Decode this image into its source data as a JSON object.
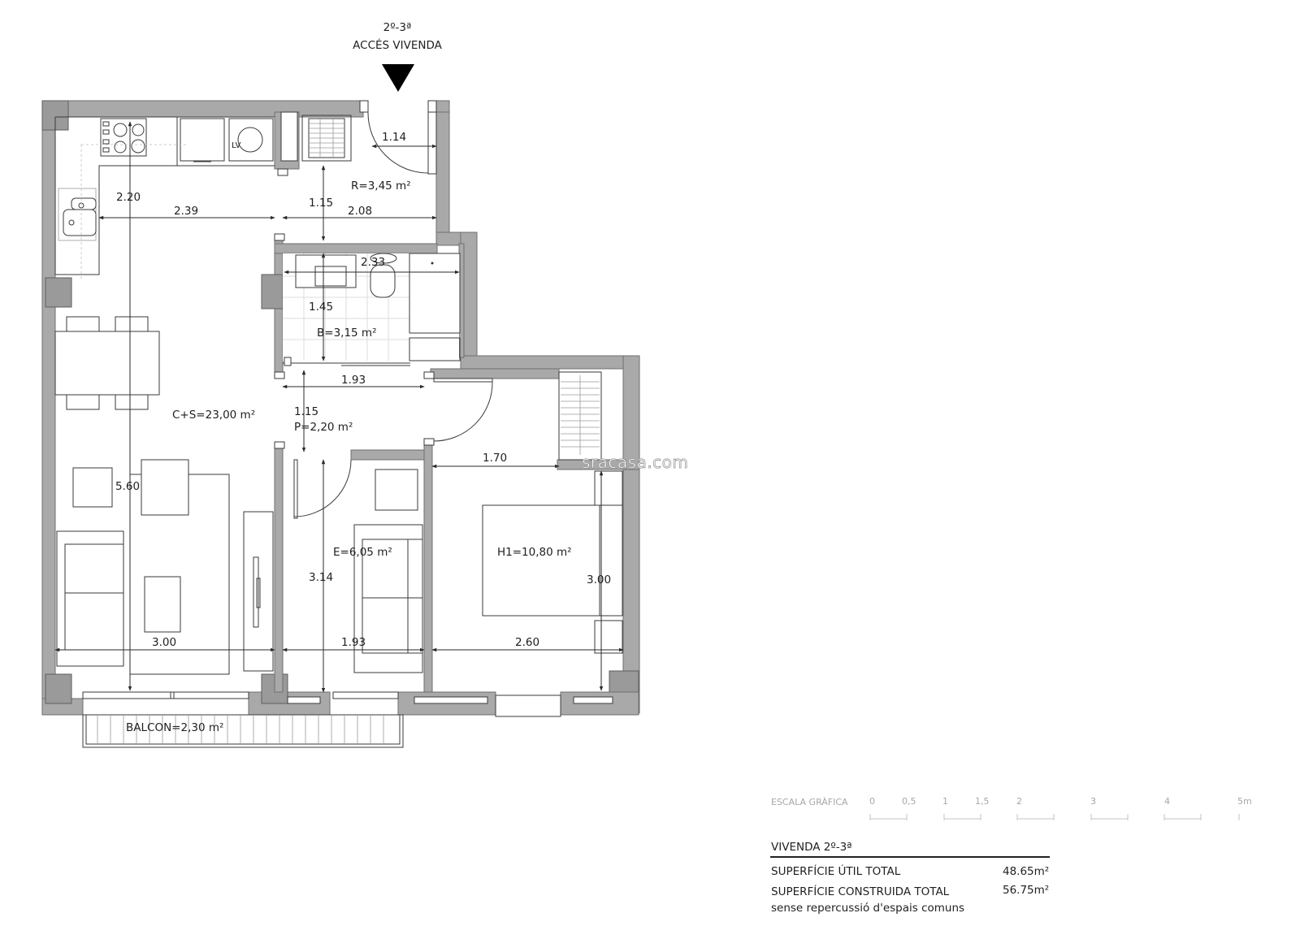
{
  "header": {
    "unit_code": "2º-3ª",
    "access_label": "ACCÉS VIVENDA"
  },
  "rooms": [
    {
      "id": "rebedor",
      "label": "R=3,45 m²"
    },
    {
      "id": "bany",
      "label": "B=3,15 m²"
    },
    {
      "id": "cuina-sala",
      "label": "C+S=23,00 m²"
    },
    {
      "id": "passadis",
      "label": "P=2,20 m²"
    },
    {
      "id": "estudi",
      "label": "E=6,05 m²"
    },
    {
      "id": "habitacio-1",
      "label": "H1=10,80 m²"
    },
    {
      "id": "balco",
      "label": "BALCON=2,30 m²"
    }
  ],
  "dimensions": {
    "entry_width": "1.14",
    "kitchen_depth": "2.20",
    "kitchen_width": "2.39",
    "hall_depth": "1.15",
    "hall_width": "2.08",
    "bath_width": "2.33",
    "bath_depth": "1.45",
    "corridor_width": "1.93",
    "corridor_depth": "1.15",
    "living_depth": "5.60",
    "living_width": "3.00",
    "study_depth": "3.14",
    "study_width": "1.93",
    "bedroom_top_width": "1.70",
    "bedroom_depth": "3.00",
    "bedroom_width": "2.60"
  },
  "fixtures": {
    "washing_machine": "LV"
  },
  "watermark": "sracasa.com",
  "scale_bar": {
    "title": "ESCALA GRÀFICA",
    "ticks": [
      "0",
      "0,5",
      "1",
      "1,5",
      "2",
      "3",
      "4",
      "5m"
    ]
  },
  "summary": {
    "title": "VIVENDA 2º-3ª",
    "rows": [
      {
        "label": "SUPERFÍCIE ÚTIL TOTAL",
        "value": "48.65m²"
      },
      {
        "label": "SUPERFÍCIE CONSTRUIDA TOTAL",
        "value": "56.75m²"
      }
    ],
    "note": "sense repercussió d'espais comuns"
  },
  "colors": {
    "wall": "#a9a9a9",
    "line": "#3a3a3a",
    "text": "#1f1f1f",
    "scale_text": "#a7a7a7"
  }
}
